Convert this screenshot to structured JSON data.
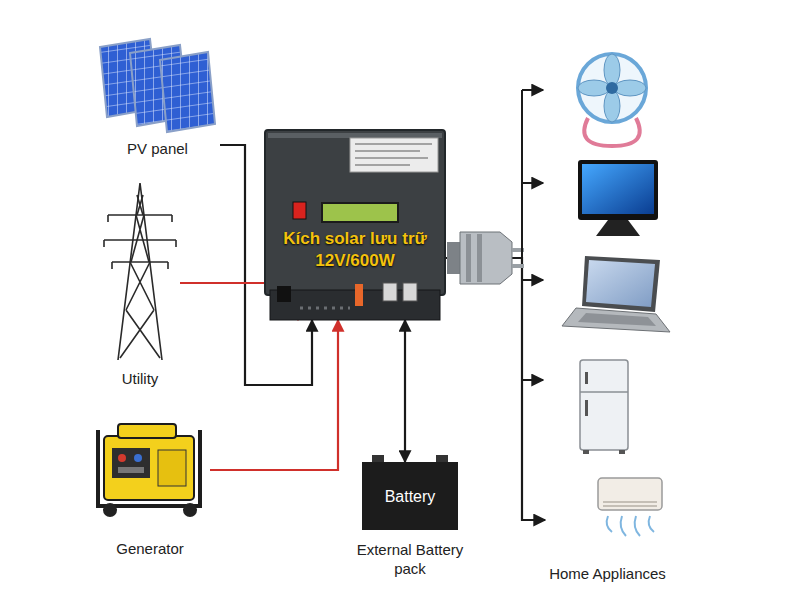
{
  "diagram": {
    "nodes": [
      {
        "text": [
          "PV panel"
        ]
      },
      {
        "text": [
          "Utility"
        ]
      },
      {
        "text": [
          "Generator"
        ]
      },
      {
        "text": [
          "Kích solar lưu trữ 12V/600W"
        ]
      },
      {
        "text": [
          "Battery",
          "External Battery pack"
        ]
      },
      {
        "text": [
          "Home Appliances"
        ]
      }
    ],
    "edges": [
      {
        "from": 0,
        "to": 3,
        "arrow": "to"
      },
      {
        "from": 1,
        "to": 3,
        "arrow": "to"
      },
      {
        "from": 2,
        "to": 3,
        "arrow": "to"
      },
      {
        "from": 4,
        "to": 3,
        "arrow": "both"
      },
      {
        "from": 3,
        "to": 5,
        "arrow": "to"
      }
    ]
  }
}
